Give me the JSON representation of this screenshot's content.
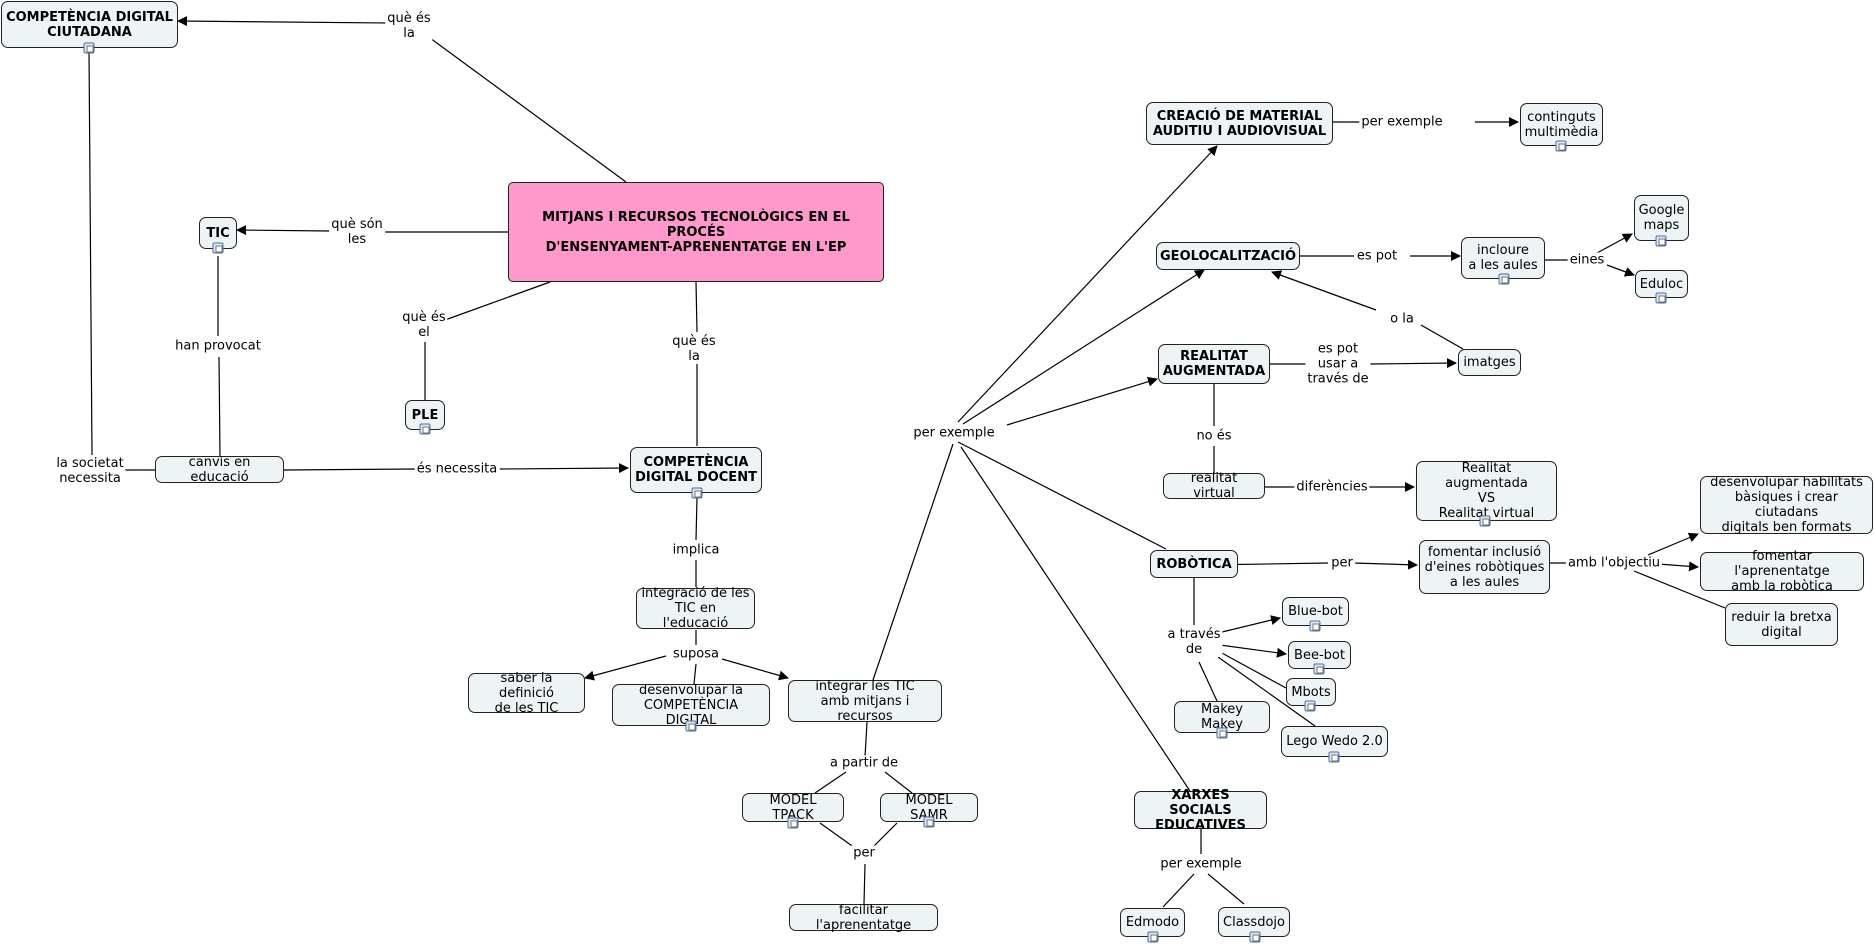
{
  "map": {
    "nodes": [
      {
        "id": "cdc",
        "text": "COMPETÈNCIA DIGITAL\nCIUTADANA",
        "bold": true
      },
      {
        "id": "root",
        "text": "MITJANS I RECURSOS TECNOLÒGICS EN EL PROCÉS\nD'ENSENYAMENT-APRENENTATGE EN L'EP",
        "bold": true
      },
      {
        "id": "tic",
        "text": "TIC",
        "bold": true
      },
      {
        "id": "ple",
        "text": "PLE",
        "bold": true
      },
      {
        "id": "cdd",
        "text": "COMPETÈNCIA\nDIGITAL DOCENT",
        "bold": true
      },
      {
        "id": "canvis",
        "text": "canvis en educació"
      },
      {
        "id": "integracio",
        "text": "integració de les\nTIC en l'educació"
      },
      {
        "id": "saber",
        "text": "saber la definició\nde les TIC"
      },
      {
        "id": "desenv",
        "text": "desenvolupar la\nCOMPETÈNCIA DIGITAL"
      },
      {
        "id": "integrar",
        "text": "integrar les TIC\namb mitjans i recursos"
      },
      {
        "id": "tpack",
        "text": "MODEL TPACK"
      },
      {
        "id": "samr",
        "text": "MODEL SAMR"
      },
      {
        "id": "facilitar",
        "text": "facilitar l'aprenentatge"
      },
      {
        "id": "creacio",
        "text": "CREACIÓ DE MATERIAL\nAUDITIU I AUDIOVISUAL",
        "bold": true
      },
      {
        "id": "continguts",
        "text": "continguts\nmultimèdia"
      },
      {
        "id": "geo",
        "text": "GEOLOCALITZACIÓ",
        "bold": true
      },
      {
        "id": "incloure",
        "text": "incloure\na les aules"
      },
      {
        "id": "gmaps",
        "text": "Google\nmaps"
      },
      {
        "id": "eduloc",
        "text": "Eduloc"
      },
      {
        "id": "imatges",
        "text": "imatges"
      },
      {
        "id": "ra",
        "text": "REALITAT\nAUGMENTADA",
        "bold": true
      },
      {
        "id": "rv",
        "text": "realitat virtual"
      },
      {
        "id": "ravsrv",
        "text": "Realitat augmentada\nVS\nRealitat virtual"
      },
      {
        "id": "robotica",
        "text": "ROBÒTICA",
        "bold": true
      },
      {
        "id": "fomentar",
        "text": "fomentar inclusió\nd'eines robòtiques\na les aules"
      },
      {
        "id": "habilitats",
        "text": "desenvolupar habilitats\nbàsiques i crear ciutadans\ndigitals ben formats"
      },
      {
        "id": "fomentarapr",
        "text": "fomentar l'aprenentatge\namb la robòtica"
      },
      {
        "id": "bretxa",
        "text": "reduir la bretxa\ndigital"
      },
      {
        "id": "bluebot",
        "text": "Blue-bot"
      },
      {
        "id": "beebot",
        "text": "Bee-bot"
      },
      {
        "id": "mbots",
        "text": "Mbots"
      },
      {
        "id": "makey",
        "text": "Makey Makey"
      },
      {
        "id": "lego",
        "text": "Lego Wedo 2.0"
      },
      {
        "id": "xarxes",
        "text": "XARXES SOCIALS\nEDUCATIVES",
        "bold": true
      },
      {
        "id": "edmodo",
        "text": "Edmodo"
      },
      {
        "id": "classdojo",
        "text": "Classdojo"
      }
    ],
    "labels": [
      {
        "id": "l_quees_la_top",
        "text": "què és\nla"
      },
      {
        "id": "l_queson",
        "text": "què són\nles"
      },
      {
        "id": "l_quees_el",
        "text": "què és\nel"
      },
      {
        "id": "l_quees_la_mid",
        "text": "què és\nla"
      },
      {
        "id": "l_hanprovocat",
        "text": "han provocat"
      },
      {
        "id": "l_societat",
        "text": "la societat\nnecessita"
      },
      {
        "id": "l_esnecessita",
        "text": "és necessita"
      },
      {
        "id": "l_implica",
        "text": "implica"
      },
      {
        "id": "l_suposa",
        "text": "suposa"
      },
      {
        "id": "l_apartir",
        "text": "a partir de"
      },
      {
        "id": "l_per_models",
        "text": "per"
      },
      {
        "id": "l_perexemple_hub",
        "text": "per exemple"
      },
      {
        "id": "l_perexemple_creacio",
        "text": "per exemple"
      },
      {
        "id": "l_espot",
        "text": "es pot"
      },
      {
        "id": "l_eines",
        "text": "eines"
      },
      {
        "id": "l_ola",
        "text": "o la"
      },
      {
        "id": "l_espotusar",
        "text": "es pot\nusar a\ntravés de"
      },
      {
        "id": "l_noes",
        "text": "no és"
      },
      {
        "id": "l_diferencies",
        "text": "diferències"
      },
      {
        "id": "l_per_robotica",
        "text": "per"
      },
      {
        "id": "l_amblobjectiu",
        "text": "amb l'objectiu"
      },
      {
        "id": "l_atraves",
        "text": "a través\nde"
      },
      {
        "id": "l_perexemple_xarxes",
        "text": "per exemple"
      }
    ]
  }
}
